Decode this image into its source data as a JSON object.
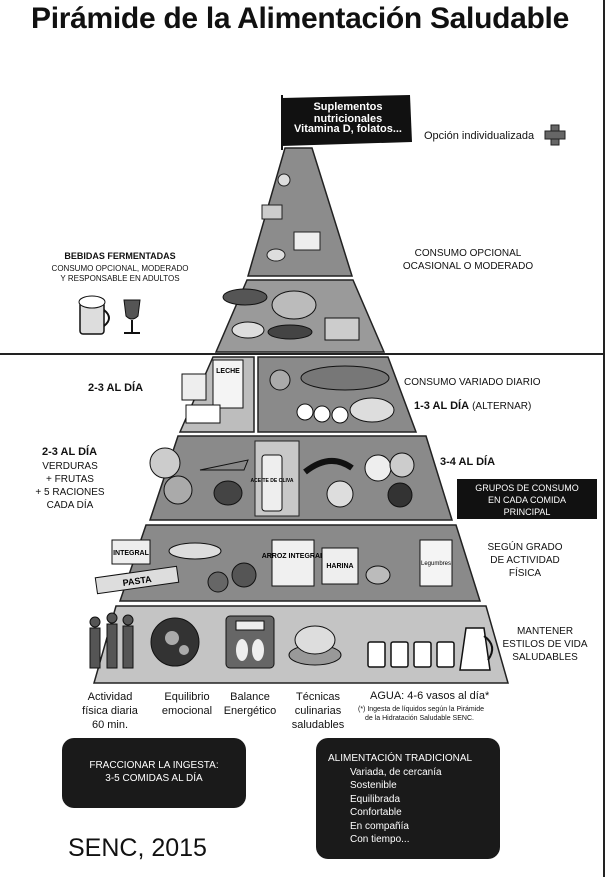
{
  "title": "Pirámide de la Alimentación Saludable",
  "top": {
    "supplements": "Suplementos nutricionales",
    "vitamins": "Vitamina D, folatos...",
    "individual_option": "Opción individualizada"
  },
  "left_labels": {
    "fermented_title": "BEBIDAS FERMENTADAS",
    "fermented_line1": "CONSUMO OPCIONAL, MODERADO",
    "fermented_line2": "Y RESPONSABLE EN ADULTOS",
    "dairy_freq": "2-3  AL DÍA",
    "veg_freq": "2-3  AL DÍA",
    "veg_line1": "VERDURAS",
    "veg_line2": "+ FRUTAS",
    "veg_line3": "+ 5 RACIONES",
    "veg_line4": "CADA DÍA"
  },
  "right_labels": {
    "optional_line1": "CONSUMO OPCIONAL",
    "optional_line2": "OCASIONAL O MODERADO",
    "varied": "CONSUMO VARIADO DIARIO",
    "protein_freq": "1-3  AL DÍA",
    "alternate": "(ALTERNAR)",
    "fruit_freq": "3-4  AL DÍA",
    "groups_line1": "GRUPOS DE CONSUMO",
    "groups_line2": "EN CADA COMIDA",
    "groups_line3": "PRINCIPAL",
    "activity_line1": "SEGÚN GRADO",
    "activity_line2": "DE ACTIVIDAD",
    "activity_line3": "FÍSICA",
    "lifestyle_line1": "MANTENER",
    "lifestyle_line2": "ESTILOS DE VIDA",
    "lifestyle_line3": "SALUDABLES"
  },
  "packages": {
    "leche": "LECHE",
    "aceite": "ACEITE DE OLIVA",
    "integral": "INTEGRAL",
    "pasta": "PASTA",
    "arroz": "ARROZ INTEGRAL",
    "harina": "HARINA",
    "legumbres": "Legumbres"
  },
  "base_items": [
    {
      "l1": "Actividad",
      "l2": "física diaria",
      "l3": "60 min."
    },
    {
      "l1": "Equilibrio",
      "l2": "emocional",
      "l3": ""
    },
    {
      "l1": "Balance",
      "l2": "Energético",
      "l3": ""
    },
    {
      "l1": "Técnicas",
      "l2": "culinarias",
      "l3": "saludables"
    }
  ],
  "water": {
    "label": "AGUA: 4-6 vasos al día*",
    "note1": "(*) Ingesta de líquidos según la Pirámide",
    "note2": "de la Hidratación Saludable SENC."
  },
  "box_left": {
    "line1": "FRACCIONAR LA INGESTA:",
    "line2": "3-5 COMIDAS AL DÍA"
  },
  "box_right": {
    "title": "ALIMENTACIÓN TRADICIONAL",
    "items": [
      "Variada, de cercanía",
      "Sostenible",
      "Equilibrada",
      "Confortable",
      "En compañía",
      "Con tiempo..."
    ]
  },
  "footer": "SENC, 2015",
  "colors": {
    "tier_fill": "#8a8a8a",
    "tier_light": "#b5b5b5",
    "dark": "#111111",
    "white": "#ffffff"
  }
}
